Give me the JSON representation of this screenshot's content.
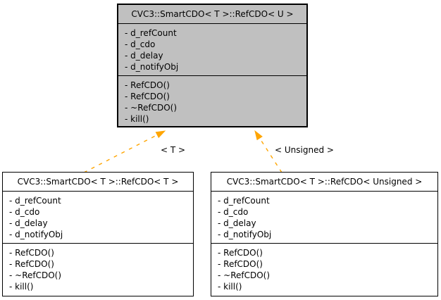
{
  "diagram": {
    "kind": "uml-class-template-instantiation",
    "colors": {
      "background": "#ffffff",
      "node_border": "#000000",
      "base_node_fill": "#c0c0c0",
      "instance_node_fill": "#ffffff",
      "edge": "#ffa500",
      "text": "#000000"
    },
    "nodes": [
      {
        "title": "CVC3::SmartCDO< T >::RefCDO< U >",
        "attributes": [
          "- d_refCount",
          "- d_cdo",
          "- d_delay",
          "- d_notifyObj"
        ],
        "methods": [
          "- RefCDO()",
          "- RefCDO()",
          "- ~RefCDO()",
          "- kill()"
        ]
      },
      {
        "title": "CVC3::SmartCDO< T >::RefCDO< T >",
        "attributes": [
          "- d_refCount",
          "- d_cdo",
          "- d_delay",
          "- d_notifyObj"
        ],
        "methods": [
          "- RefCDO()",
          "- RefCDO()",
          "- ~RefCDO()",
          "- kill()"
        ]
      },
      {
        "title": "CVC3::SmartCDO< T >::RefCDO< Unsigned >",
        "attributes": [
          "- d_refCount",
          "- d_cdo",
          "- d_delay",
          "- d_notifyObj"
        ],
        "methods": [
          "- RefCDO()",
          "- RefCDO()",
          "- ~RefCDO()",
          "- kill()"
        ]
      }
    ],
    "edges": [
      {
        "label": "< T >",
        "style": "dashed",
        "from": "RefCDO< T >",
        "to": "RefCDO< U >"
      },
      {
        "label": "< Unsigned >",
        "style": "dashed",
        "from": "RefCDO< Unsigned >",
        "to": "RefCDO< U >"
      }
    ]
  }
}
